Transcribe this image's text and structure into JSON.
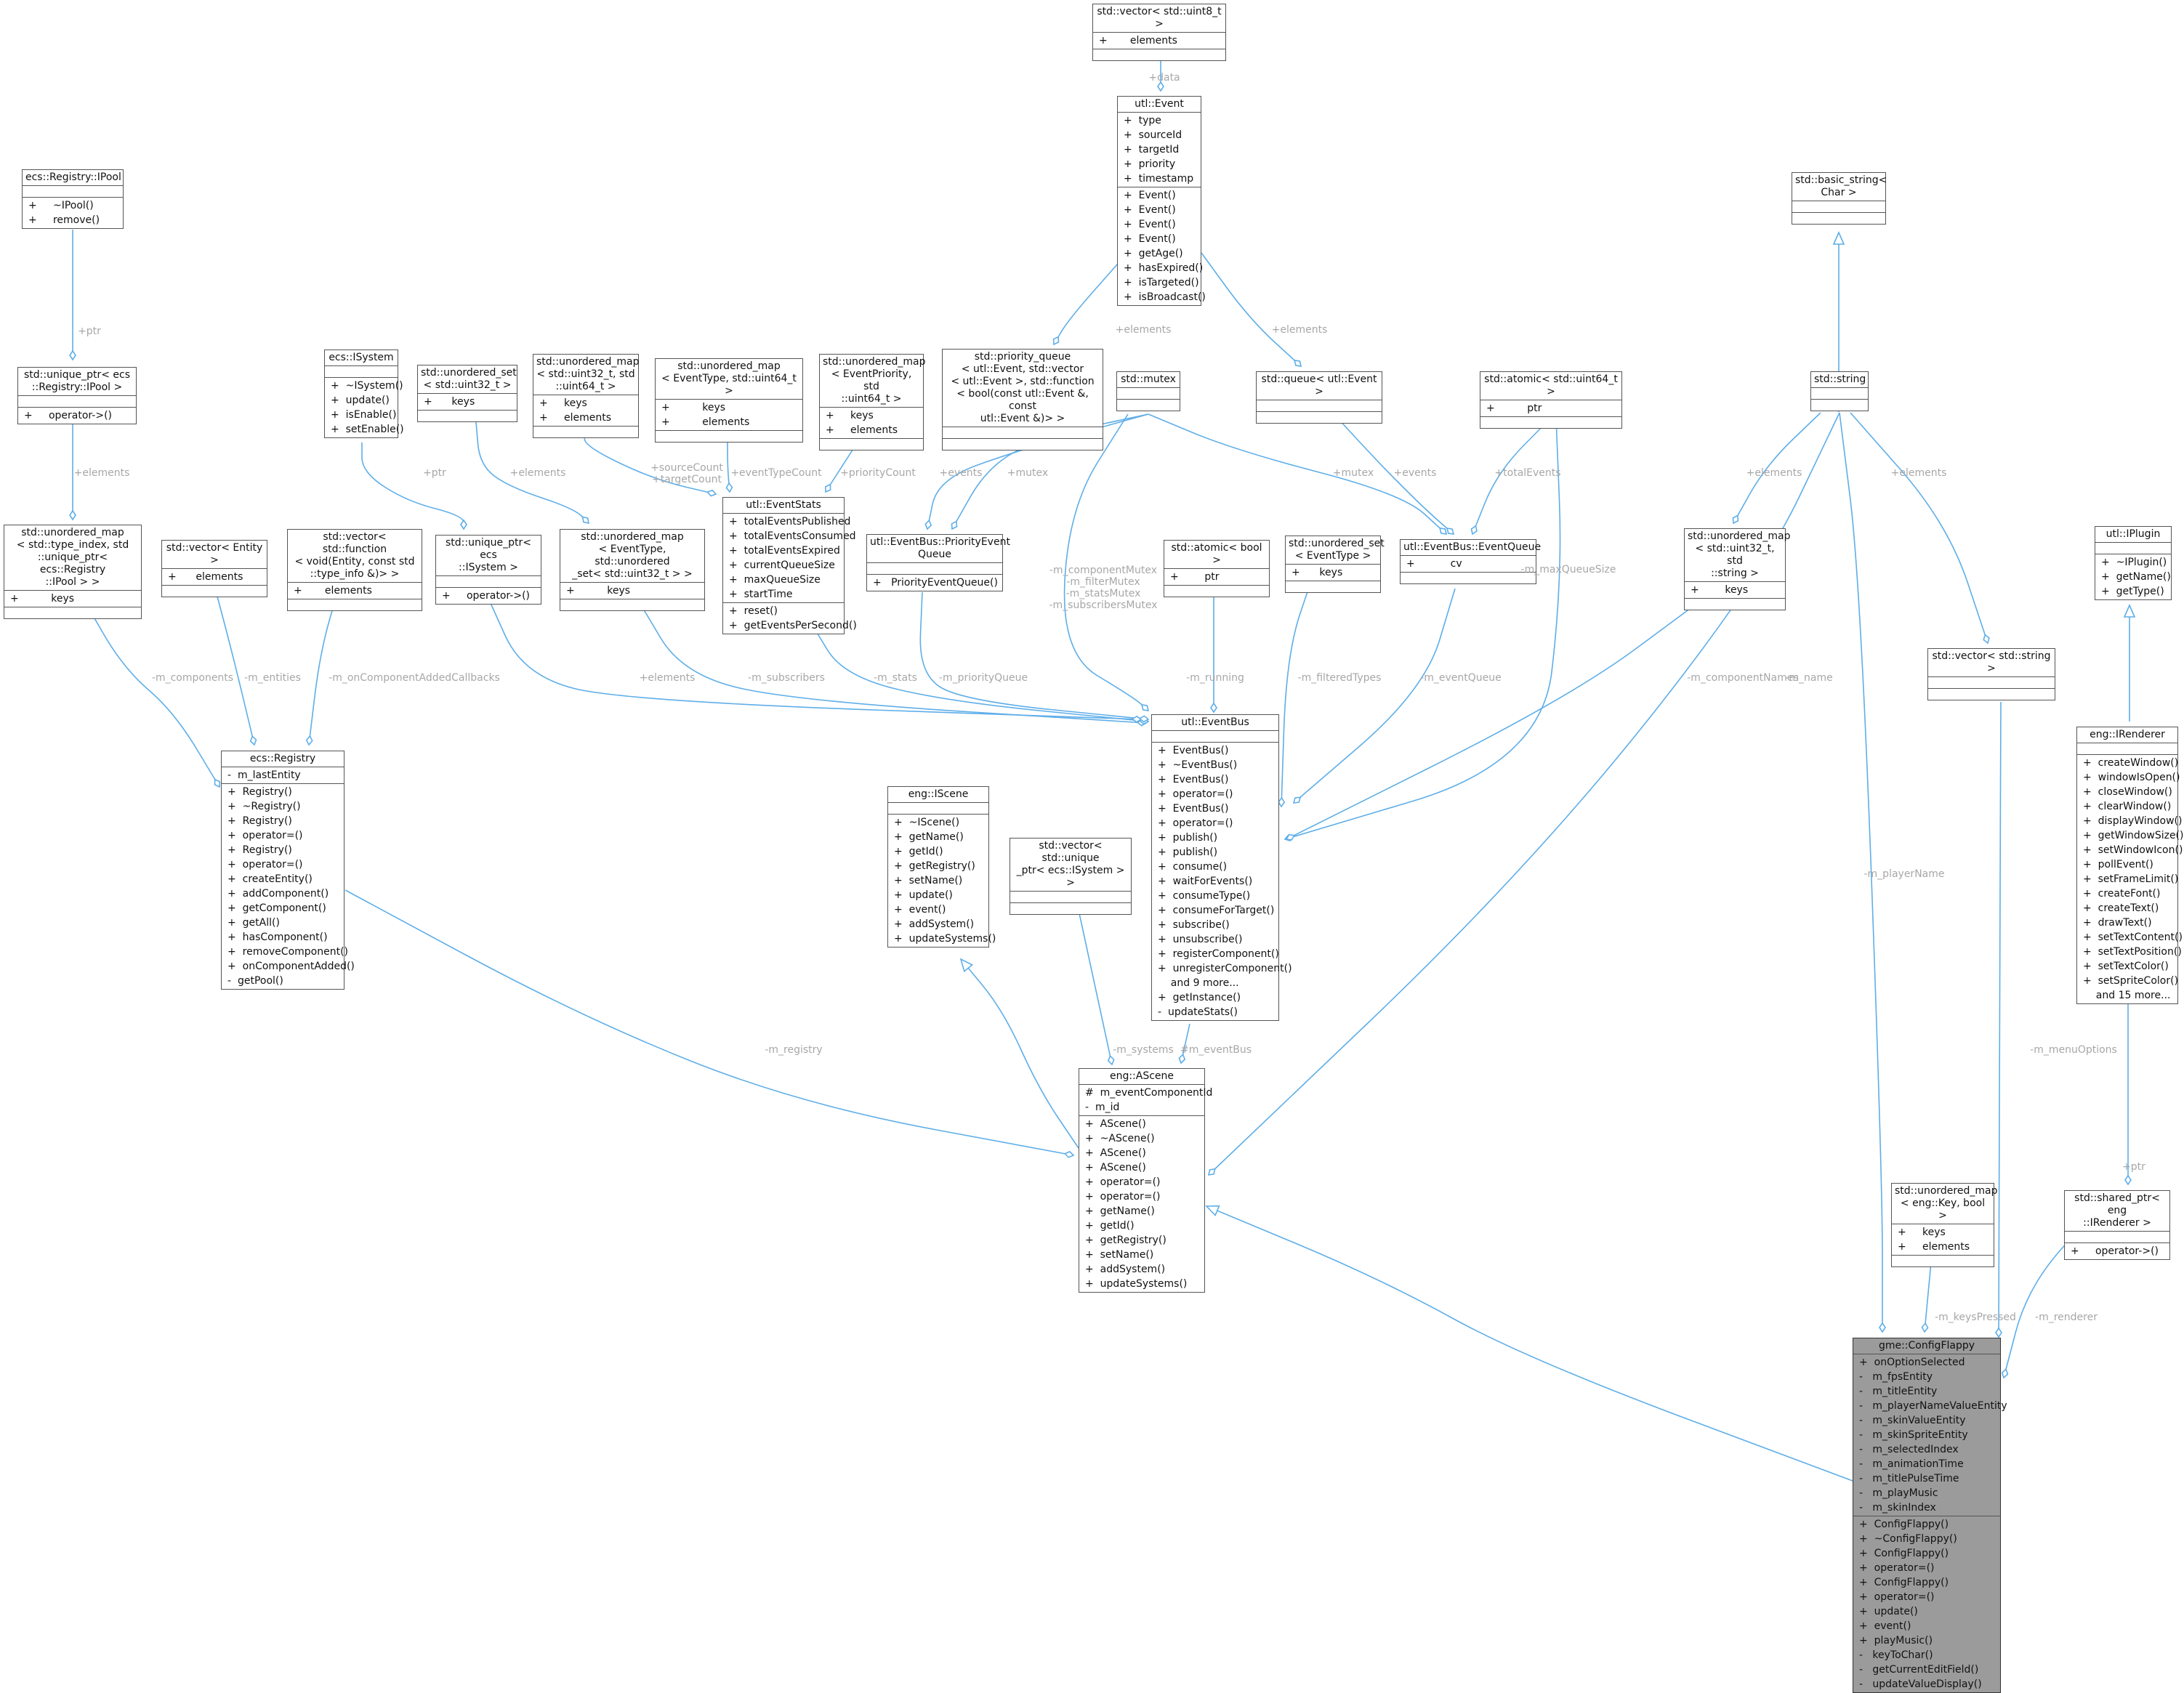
{
  "colors": {
    "edge": "#5eaee8",
    "box_border": "#555555",
    "focus_fill": "#9b9b9b",
    "label": "#a7a7a7"
  },
  "classes": [
    {
      "id": "vec_uint8",
      "title": "std::vector< std::uint8_t >",
      "attributes": [
        "+       elements"
      ],
      "methods": []
    },
    {
      "id": "event",
      "title": "utl::Event",
      "attributes": [
        "+  type",
        "+  sourceId",
        "+  targetId",
        "+  priority",
        "+  timestamp"
      ],
      "methods": [
        "+  Event()",
        "+  Event()",
        "+  Event()",
        "+  Event()",
        "+  getAge()",
        "+  hasExpired()",
        "+  isTargeted()",
        "+  isBroadcast()"
      ]
    },
    {
      "id": "basic_string",
      "title": "std::basic_string<\nChar >",
      "attributes": [],
      "methods": []
    },
    {
      "id": "ipool",
      "title": "ecs::Registry::IPool",
      "attributes": [],
      "methods": [
        "+     ~IPool()",
        "+     remove()"
      ]
    },
    {
      "id": "uptr_ipool",
      "title": "std::unique_ptr< ecs\n::Registry::IPool >",
      "attributes": [],
      "methods": [
        "+     operator->()"
      ]
    },
    {
      "id": "isystem",
      "title": "ecs::ISystem",
      "attributes": [],
      "methods": [
        "+  ~ISystem()",
        "+  update()",
        "+  isEnable()",
        "+  setEnable()"
      ]
    },
    {
      "id": "uset_uint32",
      "title": "std::unordered_set\n< std::uint32_t >",
      "attributes": [
        "+      keys"
      ],
      "methods": []
    },
    {
      "id": "umap_u32_u64",
      "title": "std::unordered_map\n< std::uint32_t, std\n::uint64_t >",
      "attributes": [
        "+     keys",
        "+     elements"
      ],
      "methods": []
    },
    {
      "id": "umap_type_u64",
      "title": "std::unordered_map\n< EventType, std::uint64_t >",
      "attributes": [
        "+          keys",
        "+          elements"
      ],
      "methods": []
    },
    {
      "id": "umap_prio",
      "title": "std::unordered_map\n< EventPriority, std\n::uint64_t >",
      "attributes": [
        "+     keys",
        "+     elements"
      ],
      "methods": []
    },
    {
      "id": "pqueue",
      "title": "std::priority_queue\n< utl::Event, std::vector\n< utl::Event >, std::function\n< bool(const utl::Event &, const\n utl::Event &)> >",
      "attributes": [],
      "methods": []
    },
    {
      "id": "mutex",
      "title": "std::mutex",
      "attributes": [],
      "methods": []
    },
    {
      "id": "queue_event",
      "title": "std::queue< utl::Event >",
      "attributes": [],
      "methods": []
    },
    {
      "id": "atomic_u64",
      "title": "std::atomic< std::uint64_t >",
      "attributes": [
        "+          ptr"
      ],
      "methods": []
    },
    {
      "id": "string",
      "title": "std::string",
      "attributes": [],
      "methods": []
    },
    {
      "id": "umap_components",
      "title": "std::unordered_map\n< std::type_index, std\n::unique_ptr< ecs::Registry\n::IPool > >",
      "attributes": [
        "+          keys"
      ],
      "methods": []
    },
    {
      "id": "vec_entity",
      "title": "std::vector< Entity >",
      "attributes": [
        "+      elements"
      ],
      "methods": []
    },
    {
      "id": "vec_function",
      "title": "std::vector< std::function\n< void(Entity, const std\n::type_info &)> >",
      "attributes": [
        "+       elements"
      ],
      "methods": []
    },
    {
      "id": "uptr_isystem",
      "title": "std::unique_ptr< ecs\n::ISystem >",
      "attributes": [],
      "methods": [
        "+     operator->()"
      ]
    },
    {
      "id": "umap_subscribers",
      "title": "std::unordered_map\n< EventType, std::unordered\n_set< std::uint32_t > >",
      "attributes": [
        "+          keys"
      ],
      "methods": []
    },
    {
      "id": "eventstats",
      "title": "utl::EventStats",
      "attributes": [
        "+  totalEventsPublished",
        "+  totalEventsConsumed",
        "+  totalEventsExpired",
        "+  currentQueueSize",
        "+  maxQueueSize",
        "+  startTime"
      ],
      "methods": [
        "+  reset()",
        "+  getEventsPerSecond()"
      ]
    },
    {
      "id": "prio_event_queue",
      "title": "utl::EventBus::PriorityEvent\nQueue",
      "attributes": [],
      "methods": [
        "+   PriorityEventQueue()"
      ]
    },
    {
      "id": "atomic_bool",
      "title": "std::atomic< bool >",
      "attributes": [
        "+        ptr"
      ],
      "methods": []
    },
    {
      "id": "uset_type",
      "title": "std::unordered_set\n< EventType >",
      "attributes": [
        "+      keys"
      ],
      "methods": []
    },
    {
      "id": "eventqueue",
      "title": "utl::EventBus::EventQueue",
      "attributes": [
        "+           cv"
      ],
      "methods": []
    },
    {
      "id": "umap_names",
      "title": "std::unordered_map\n< std::uint32_t, std\n::string >",
      "attributes": [
        "+        keys"
      ],
      "methods": []
    },
    {
      "id": "iplugin",
      "title": "utl::IPlugin",
      "attributes": [],
      "methods": [
        "+  ~IPlugin()",
        "+  getName()",
        "+  getType()"
      ]
    },
    {
      "id": "vec_string",
      "title": "std::vector< std::string >",
      "attributes": [],
      "methods": []
    },
    {
      "id": "registry",
      "title": "ecs::Registry",
      "attributes": [
        "-  m_lastEntity"
      ],
      "methods": [
        "+  Registry()",
        "+  ~Registry()",
        "+  Registry()",
        "+  operator=()",
        "+  Registry()",
        "+  operator=()",
        "+  createEntity()",
        "+  addComponent()",
        "+  getComponent()",
        "+  getAll()",
        "+  hasComponent()",
        "+  removeComponent()",
        "+  onComponentAdded()",
        "-  getPool()"
      ]
    },
    {
      "id": "iscene",
      "title": "eng::IScene",
      "attributes": [],
      "methods": [
        "+  ~IScene()",
        "+  getName()",
        "+  getId()",
        "+  getRegistry()",
        "+  setName()",
        "+  update()",
        "+  event()",
        "+  addSystem()",
        "+  updateSystems()"
      ]
    },
    {
      "id": "vec_uptr_isystem",
      "title": "std::vector< std::unique\n_ptr< ecs::ISystem > >",
      "attributes": [],
      "methods": []
    },
    {
      "id": "eventbus",
      "title": "utl::EventBus",
      "attributes": [],
      "methods": [
        "+  EventBus()",
        "+  ~EventBus()",
        "+  EventBus()",
        "+  operator=()",
        "+  EventBus()",
        "+  operator=()",
        "+  publish()",
        "+  publish()",
        "+  consume()",
        "+  waitForEvents()",
        "+  consumeType()",
        "+  consumeForTarget()",
        "+  subscribe()",
        "+  unsubscribe()",
        "+  registerComponent()",
        "+  unregisterComponent()",
        "    and 9 more...",
        "+  getInstance()",
        "-  updateStats()"
      ]
    },
    {
      "id": "irenderer",
      "title": "eng::IRenderer",
      "attributes": [],
      "methods": [
        "+  createWindow()",
        "+  windowIsOpen()",
        "+  closeWindow()",
        "+  clearWindow()",
        "+  displayWindow()",
        "+  getWindowSize()",
        "+  setWindowIcon()",
        "+  pollEvent()",
        "+  setFrameLimit()",
        "+  createFont()",
        "+  createText()",
        "+  drawText()",
        "+  setTextContent()",
        "+  setTextPosition()",
        "+  setTextColor()",
        "+  setSpriteColor()",
        "    and 15 more..."
      ]
    },
    {
      "id": "ascene",
      "title": "eng::AScene",
      "attributes": [
        "#  m_eventComponentId",
        "-  m_id"
      ],
      "methods": [
        "+  AScene()",
        "+  ~AScene()",
        "+  AScene()",
        "+  AScene()",
        "+  operator=()",
        "+  operator=()",
        "+  getName()",
        "+  getId()",
        "+  getRegistry()",
        "+  setName()",
        "+  addSystem()",
        "+  updateSystems()"
      ]
    },
    {
      "id": "umap_keys",
      "title": "std::unordered_map\n< eng::Key, bool >",
      "attributes": [
        "+     keys",
        "+     elements"
      ],
      "methods": []
    },
    {
      "id": "sptr_renderer",
      "title": "std::shared_ptr< eng\n::IRenderer >",
      "attributes": [],
      "methods": [
        "+     operator->()"
      ]
    },
    {
      "id": "configflappy",
      "title": "gme::ConfigFlappy",
      "attributes": [
        "+  onOptionSelected",
        "-   m_fpsEntity",
        "-   m_titleEntity",
        "-   m_playerNameValueEntity",
        "-   m_skinValueEntity",
        "-   m_skinSpriteEntity",
        "-   m_selectedIndex",
        "-   m_animationTime",
        "-   m_titlePulseTime",
        "-   m_playMusic",
        "-   m_skinIndex"
      ],
      "methods": [
        "+  ConfigFlappy()",
        "+  ~ConfigFlappy()",
        "+  ConfigFlappy()",
        "+  operator=()",
        "+  ConfigFlappy()",
        "+  operator=()",
        "+  update()",
        "+  event()",
        "+  playMusic()",
        "-   keyToChar()",
        "-   getCurrentEditField()",
        "-   updateValueDisplay()"
      ]
    }
  ],
  "edge_labels": [
    {
      "id": "data",
      "text": "+data"
    },
    {
      "id": "ptr_ipool",
      "text": "+ptr"
    },
    {
      "id": "elements_components",
      "text": "+elements"
    },
    {
      "id": "ptr_isystem",
      "text": "+ptr"
    },
    {
      "id": "elements_uset",
      "text": "+elements"
    },
    {
      "id": "source_target",
      "text": "+sourceCount\n+targetCount"
    },
    {
      "id": "eventtypecount",
      "text": "+eventTypeCount"
    },
    {
      "id": "prioritycount",
      "text": "+priorityCount"
    },
    {
      "id": "elements_pq",
      "text": "+elements"
    },
    {
      "id": "elements_queue",
      "text": "+elements"
    },
    {
      "id": "events_pq",
      "text": "+events"
    },
    {
      "id": "mutex_pq",
      "text": "+mutex"
    },
    {
      "id": "mutex_eq",
      "text": "+mutex"
    },
    {
      "id": "events_eq",
      "text": "+events"
    },
    {
      "id": "totalevents",
      "text": "+totalEvents"
    },
    {
      "id": "elements_names",
      "text": "+elements"
    },
    {
      "id": "elements_vecstring",
      "text": "+elements"
    },
    {
      "id": "mutexes",
      "text": "-m_componentMutex\n-m_filterMutex\n-m_statsMutex\n-m_subscribersMutex"
    },
    {
      "id": "maxqueuesize",
      "text": "-m_maxQueueSize"
    },
    {
      "id": "m_components",
      "text": "-m_components"
    },
    {
      "id": "m_entities",
      "text": "-m_entities"
    },
    {
      "id": "m_callbacks",
      "text": "-m_onComponentAddedCallbacks"
    },
    {
      "id": "elements_uptr",
      "text": "+elements"
    },
    {
      "id": "m_subscribers",
      "text": "-m_subscribers"
    },
    {
      "id": "m_stats",
      "text": "-m_stats"
    },
    {
      "id": "m_priorityqueue",
      "text": "-m_priorityQueue"
    },
    {
      "id": "m_running",
      "text": "-m_running"
    },
    {
      "id": "m_filteredtypes",
      "text": "-m_filteredTypes"
    },
    {
      "id": "m_eventqueue",
      "text": "-m_eventQueue"
    },
    {
      "id": "m_componentnames",
      "text": "-m_componentNames"
    },
    {
      "id": "m_name",
      "text": "-m_name"
    },
    {
      "id": "m_playername",
      "text": "-m_playerName"
    },
    {
      "id": "m_registry",
      "text": "-m_registry"
    },
    {
      "id": "m_systems",
      "text": "-m_systems"
    },
    {
      "id": "m_eventbus",
      "text": "#m_eventBus"
    },
    {
      "id": "m_menuoptions",
      "text": "-m_menuOptions"
    },
    {
      "id": "ptr_renderer",
      "text": "+ptr"
    },
    {
      "id": "m_keyspressed",
      "text": "-m_keysPressed"
    },
    {
      "id": "m_renderer",
      "text": "-m_renderer"
    }
  ]
}
